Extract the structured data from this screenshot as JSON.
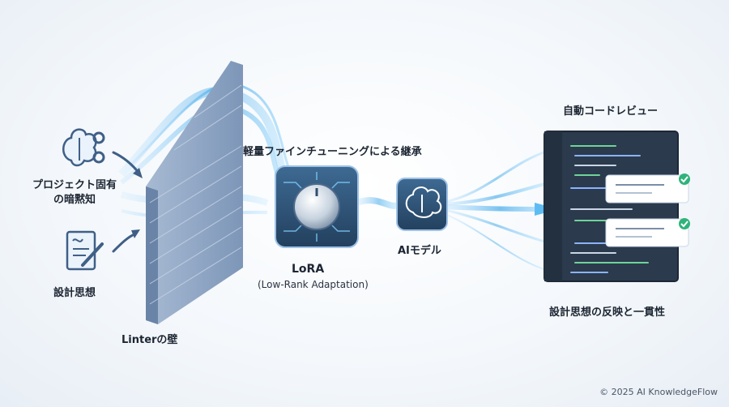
{
  "labels": {
    "tacit_knowledge": "プロジェクト固有\nの暗黙知",
    "design_philosophy_input": "設計思想",
    "linter_wall": "Linterの壁",
    "finetune_title": "軽量ファインチューニングによる継承",
    "lora": "LoRA",
    "lora_sub": "(Low-Rank Adaptation)",
    "ai_model": "AIモデル",
    "auto_review": "自動コードレビュー",
    "result": "設計思想の反映と一貫性"
  },
  "footer": {
    "copyright": "© 2025 AI KnowledgeFlow"
  },
  "colors": {
    "flow": "#3aa6e8",
    "chip": "#2f4f6e",
    "wall": "#8fa7c4",
    "editor_bg": "#2b3a4c",
    "check": "#2eb37a"
  }
}
